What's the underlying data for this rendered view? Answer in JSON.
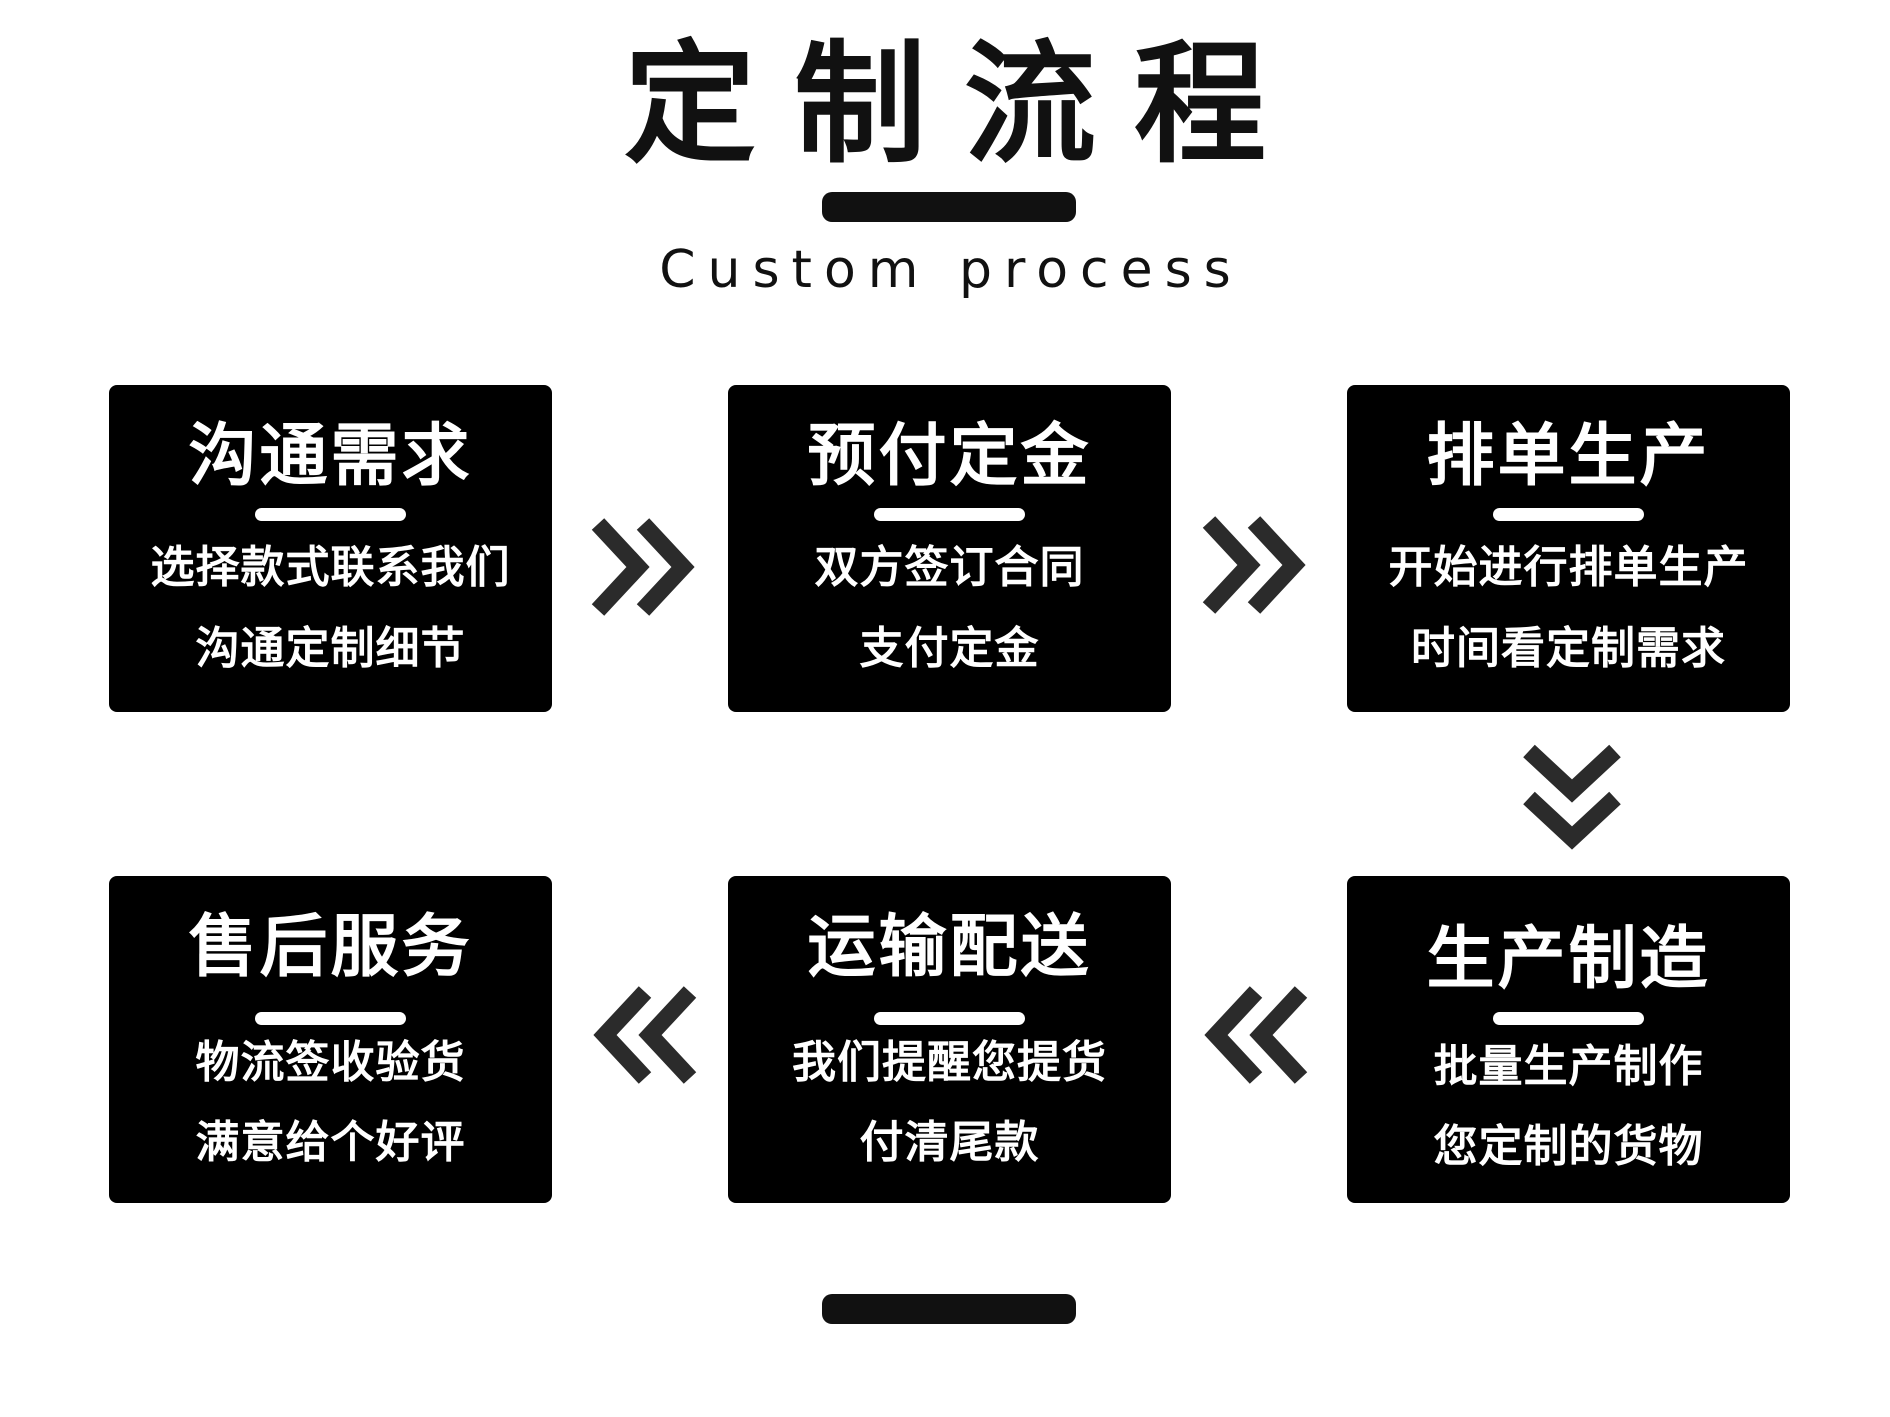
{
  "header": {
    "title": "定制流程",
    "subtitle": "Custom process"
  },
  "steps": [
    {
      "title": "沟通需求",
      "line1": "选择款式联系我们",
      "line2": "沟通定制细节"
    },
    {
      "title": "预付定金",
      "line1": "双方签订合同",
      "line2": "支付定金"
    },
    {
      "title": "排单生产",
      "line1": "开始进行排单生产",
      "line2": "时间看定制需求"
    },
    {
      "title": "生产制造",
      "line1": "批量生产制作",
      "line2": "您定制的货物"
    },
    {
      "title": "运输配送",
      "line1": "我们提醒您提货",
      "line2": "付清尾款"
    },
    {
      "title": "售后服务",
      "line1": "物流签收验货",
      "line2": "满意给个好评"
    }
  ],
  "arrows": [
    {
      "icon": "double-chevron-right-icon",
      "from": "沟通需求",
      "to": "预付定金"
    },
    {
      "icon": "double-chevron-right-icon",
      "from": "预付定金",
      "to": "排单生产"
    },
    {
      "icon": "double-chevron-down-icon",
      "from": "排单生产",
      "to": "生产制造"
    },
    {
      "icon": "double-chevron-left-icon",
      "from": "生产制造",
      "to": "运输配送"
    },
    {
      "icon": "double-chevron-left-icon",
      "from": "运输配送",
      "to": "售后服务"
    }
  ],
  "colors": {
    "card_background": "#000000",
    "card_text": "#ffffff",
    "heading_text": "#111111",
    "arrow": "#2b2b2b"
  }
}
